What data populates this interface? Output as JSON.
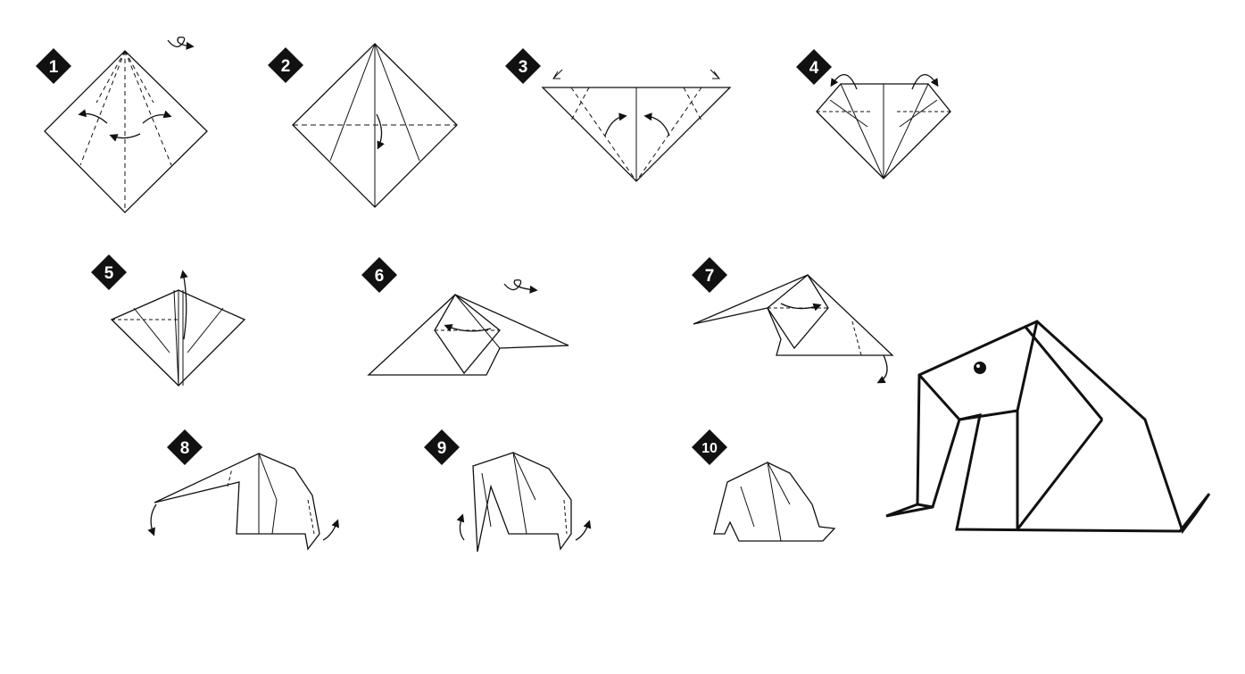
{
  "steps": [
    {
      "number": "1"
    },
    {
      "number": "2"
    },
    {
      "number": "3"
    },
    {
      "number": "4"
    },
    {
      "number": "5"
    },
    {
      "number": "6"
    },
    {
      "number": "7"
    },
    {
      "number": "8"
    },
    {
      "number": "9"
    },
    {
      "number": "10"
    }
  ],
  "colors": {
    "ink": "#111111",
    "paper": "#ffffff",
    "badge_text": "#ffffff"
  }
}
